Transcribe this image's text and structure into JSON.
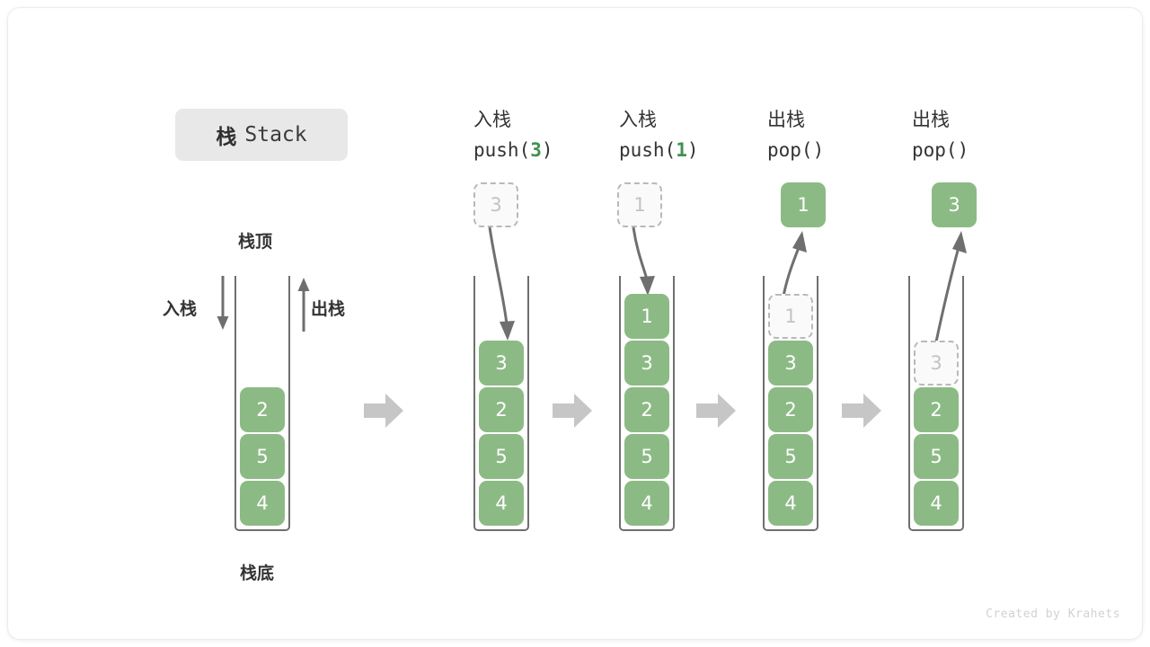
{
  "title": {
    "cn": "栈",
    "en": "Stack"
  },
  "labels": {
    "top": "栈顶",
    "bottom": "栈底",
    "push": "入栈",
    "pop": "出栈"
  },
  "footer": "Created by Krahets",
  "colors": {
    "cell_fill": "#8cba85",
    "cell_text": "#ffffff",
    "ghost_border": "#b9b9b9",
    "ghost_text": "#c3c3c3",
    "arrow_gray": "#6f6f6f",
    "block_arrow": "#c6c6c6",
    "code_arg": "#3f9152",
    "badge_bg": "#e8e8e8"
  },
  "chart_data": {
    "type": "diagram",
    "title": "栈 Stack",
    "description": "Stack push/pop operation sequence diagram",
    "stages": [
      {
        "id": "initial",
        "op_cn": "",
        "op_code": "",
        "stack": [
          "2",
          "5",
          "4"
        ],
        "capacity": 5,
        "side_labels": {
          "left": "入栈",
          "right": "出栈"
        },
        "top_label": "栈顶",
        "bottom_label": "栈底"
      },
      {
        "id": "push-3",
        "op_cn": "入栈",
        "op_code": "push(3)",
        "op_code_prefix": "push(",
        "op_code_arg": "3",
        "op_code_suffix": ")",
        "incoming_value": "3",
        "stack": [
          "3",
          "2",
          "5",
          "4"
        ],
        "capacity": 5
      },
      {
        "id": "push-1",
        "op_cn": "入栈",
        "op_code": "push(1)",
        "op_code_prefix": "push(",
        "op_code_arg": "1",
        "op_code_suffix": ")",
        "incoming_value": "1",
        "stack": [
          "1",
          "3",
          "2",
          "5",
          "4"
        ],
        "capacity": 5
      },
      {
        "id": "pop-1",
        "op_cn": "出栈",
        "op_code": "pop()",
        "op_code_prefix": "pop(",
        "op_code_arg": "",
        "op_code_suffix": ")",
        "outgoing_value": "1",
        "ghost_value": "1",
        "stack": [
          "3",
          "2",
          "5",
          "4"
        ],
        "capacity": 5
      },
      {
        "id": "pop-3",
        "op_cn": "出栈",
        "op_code": "pop()",
        "op_code_prefix": "pop(",
        "op_code_arg": "",
        "op_code_suffix": ")",
        "outgoing_value": "3",
        "ghost_value": "3",
        "stack": [
          "2",
          "5",
          "4"
        ],
        "capacity": 5
      }
    ]
  }
}
